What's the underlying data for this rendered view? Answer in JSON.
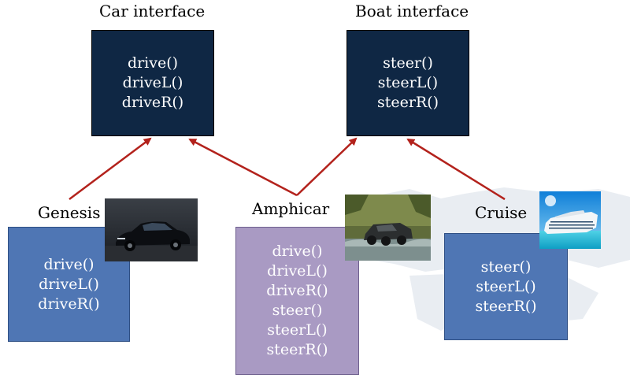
{
  "interfaces": {
    "car": {
      "title": "Car interface",
      "methods": [
        "drive()",
        "driveL()",
        "driveR()"
      ]
    },
    "boat": {
      "title": "Boat interface",
      "methods": [
        "steer()",
        "steerL()",
        "steerR()"
      ]
    }
  },
  "classes": {
    "genesis": {
      "title": "Genesis",
      "methods": [
        "drive()",
        "driveL()",
        "driveR()"
      ]
    },
    "amphicar": {
      "title": "Amphicar",
      "methods": [
        "drive()",
        "driveL()",
        "driveR()",
        "steer()",
        "steerL()",
        "steerR()"
      ]
    },
    "cruise": {
      "title": "Cruise",
      "methods": [
        "steer()",
        "steerL()",
        "steerR()"
      ]
    }
  },
  "relations": [
    {
      "from": "genesis",
      "to": "car"
    },
    {
      "from": "amphicar",
      "to": "car"
    },
    {
      "from": "amphicar",
      "to": "boat"
    },
    {
      "from": "cruise",
      "to": "boat"
    }
  ],
  "images": {
    "genesis": "car-photo",
    "amphicar": "amphibious-vehicle-photo",
    "cruise": "cruise-ship-photo"
  },
  "colors": {
    "interface_box": "#0f2744",
    "class_box": "#4f76b4",
    "amphicar_box": "#a99ac3",
    "arrow": "#b3221c"
  }
}
